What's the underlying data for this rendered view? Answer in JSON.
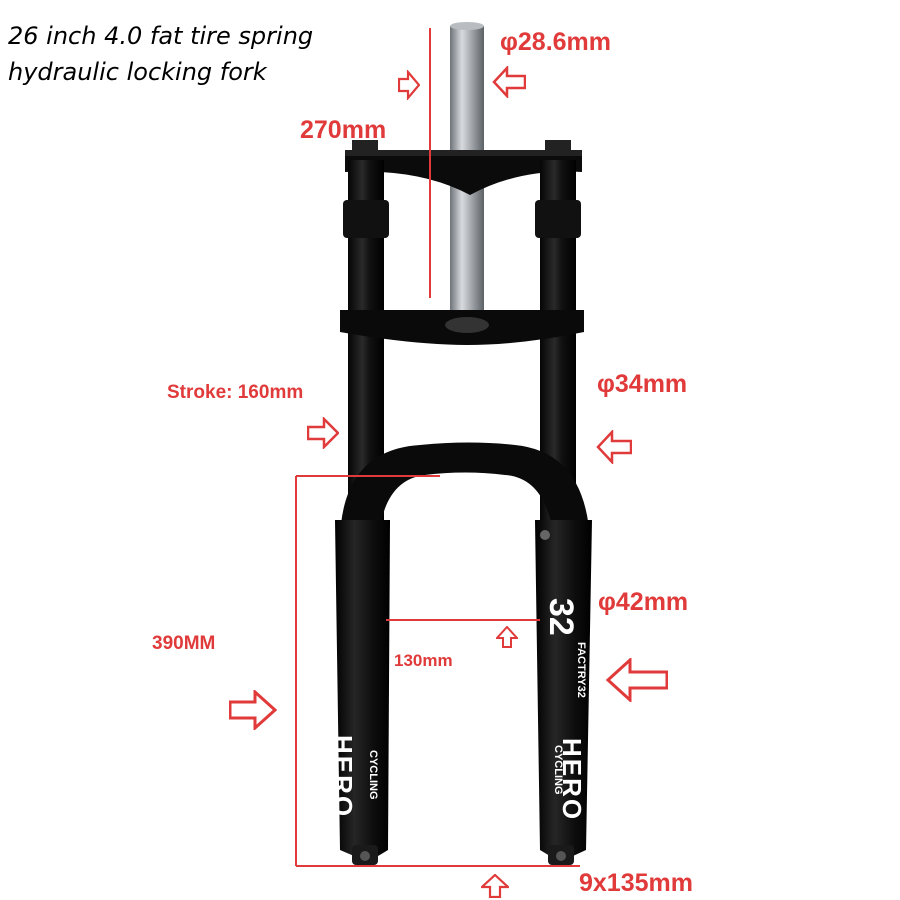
{
  "title": {
    "line1": "26 inch 4.0 fat tire spring",
    "line2": "hydraulic locking fork"
  },
  "labels": {
    "steerer_diameter": "φ28.6mm",
    "steerer_length": "270mm",
    "stroke": "Stroke: 160mm",
    "upper_tube_diameter": "φ34mm",
    "lower_tube_diameter": "φ42mm",
    "axle_to_crown": "390MM",
    "tire_clearance": "130mm",
    "axle_spec": "9x135mm"
  },
  "decals": {
    "model_number": "32",
    "factory": "FACTRY32",
    "brand": "HERO",
    "sub_brand": "CYCLING"
  },
  "colors": {
    "annotation": "#e03a3a",
    "fork_body": "#0d0d0d",
    "steerer": "#9fa3a8",
    "background": "#ffffff"
  },
  "icons": [
    "arrow-right-icon",
    "arrow-left-icon",
    "arrow-up-icon"
  ]
}
